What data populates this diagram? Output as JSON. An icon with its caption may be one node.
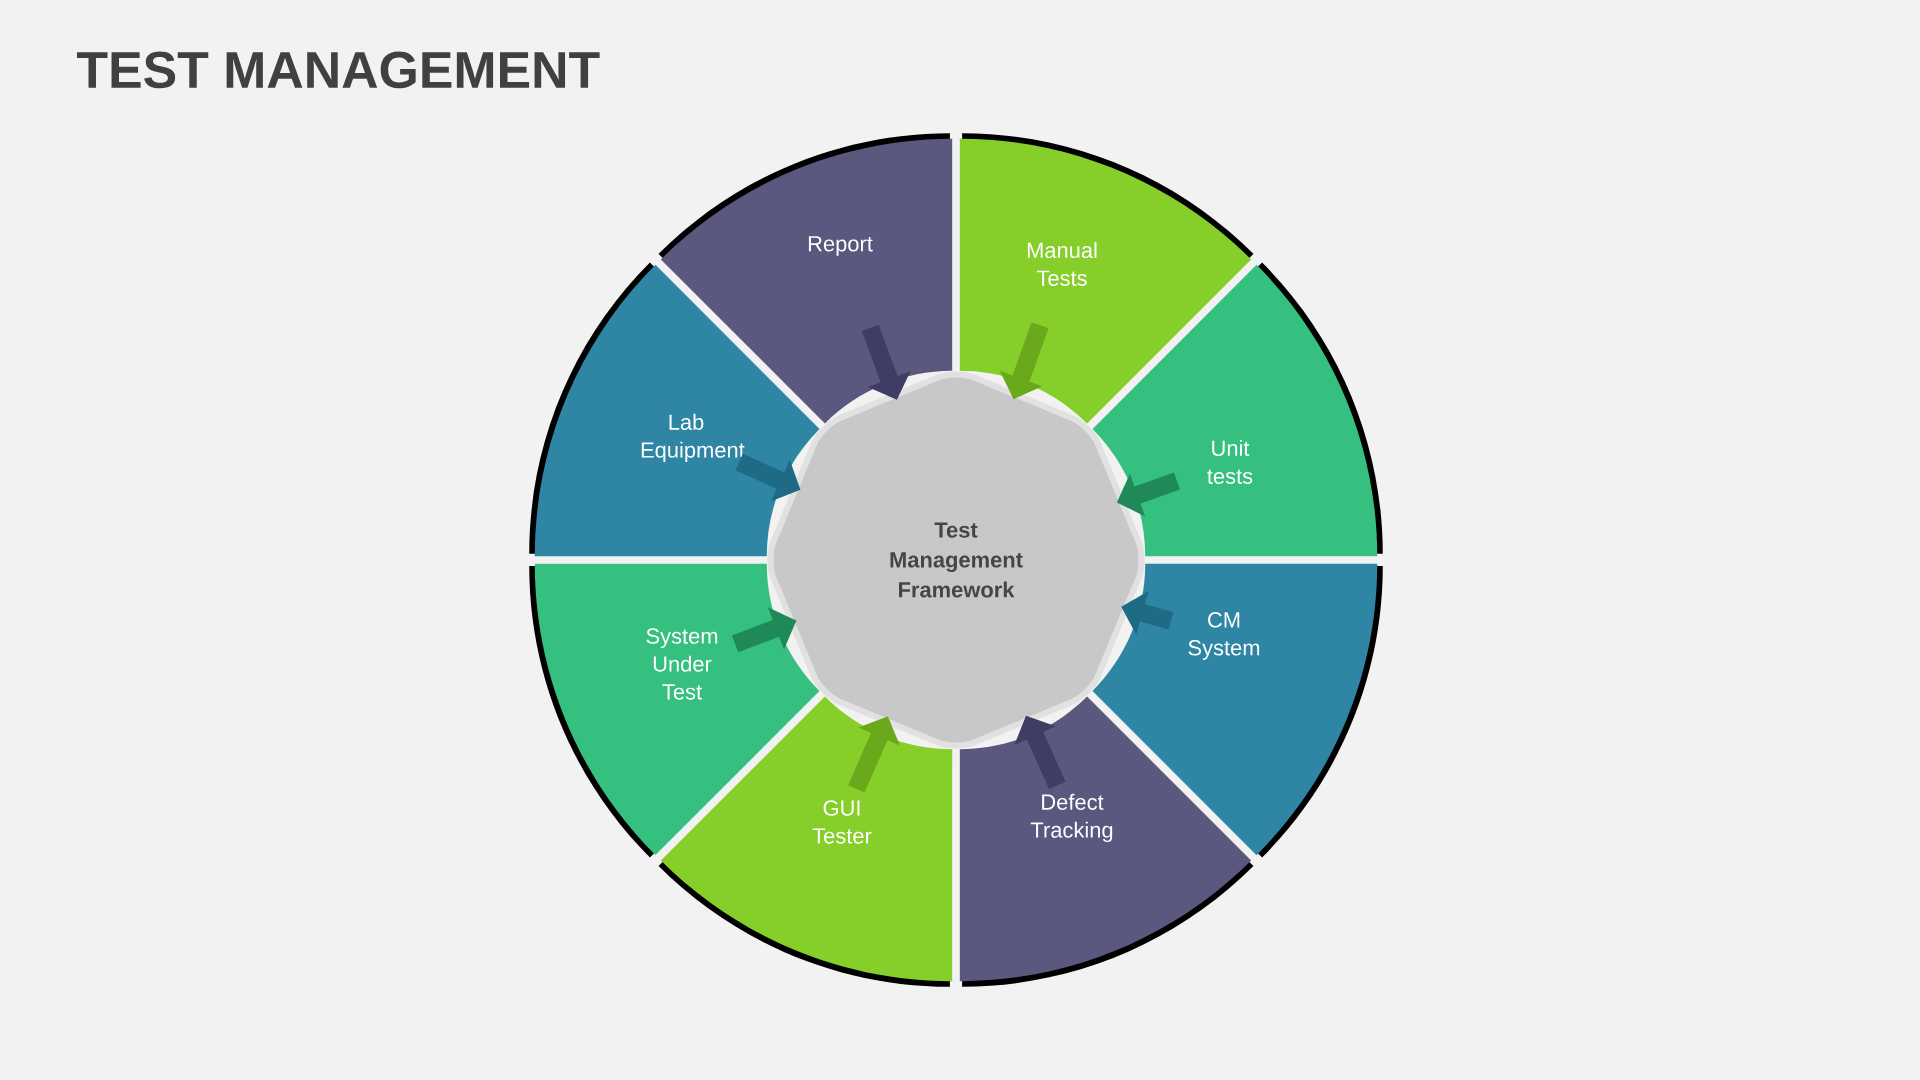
{
  "diagram": {
    "title": "TEST MANAGEMENT",
    "nodes": [
      {
        "text": [
          "Report"
        ]
      },
      {
        "text": [
          "Manual Tests"
        ]
      },
      {
        "text": [
          "Unit tests"
        ]
      },
      {
        "text": [
          "CM System"
        ]
      },
      {
        "text": [
          "Defect Tracking"
        ]
      },
      {
        "text": [
          "GUI Tester"
        ]
      },
      {
        "text": [
          "System Under Test"
        ]
      },
      {
        "text": [
          "Lab Equipment"
        ]
      },
      {
        "text": [
          "Test Management Framework"
        ]
      }
    ],
    "edges": [
      {
        "from": 0,
        "to": 8,
        "arrow": "to",
        "color": "#3f3d63"
      },
      {
        "from": 1,
        "to": 8,
        "arrow": "to",
        "color": "#6aa81c"
      },
      {
        "from": 2,
        "to": 8,
        "arrow": "to",
        "color": "#1f8a58"
      },
      {
        "from": 3,
        "to": 8,
        "arrow": "to",
        "color": "#1f6a84"
      },
      {
        "from": 4,
        "to": 8,
        "arrow": "to",
        "color": "#3f3d63"
      },
      {
        "from": 5,
        "to": 8,
        "arrow": "to",
        "color": "#6aa81c"
      },
      {
        "from": 6,
        "to": 8,
        "arrow": "to",
        "color": "#1f8a58"
      },
      {
        "from": 7,
        "to": 8,
        "arrow": "to",
        "color": "#1f6a84"
      }
    ]
  }
}
